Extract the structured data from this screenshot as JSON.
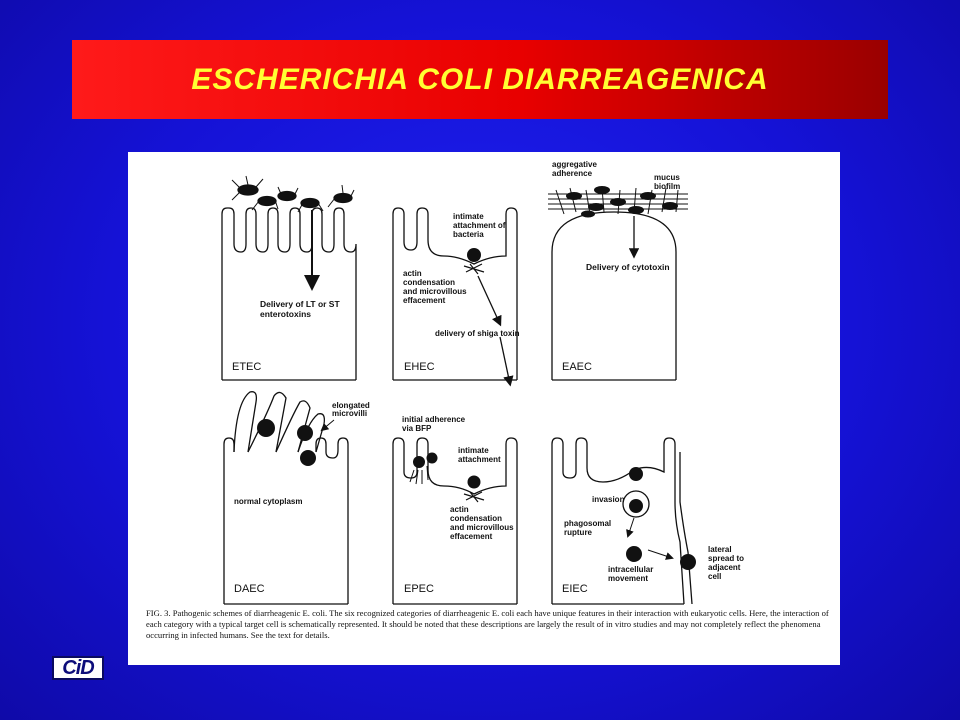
{
  "slide": {
    "title": "ESCHERICHIA COLI DIARREAGENICA",
    "logo": "CiD"
  },
  "figure": {
    "panels": {
      "etec": {
        "category": "ETEC",
        "label1": "Delivery of LT or ST",
        "label2": "enterotoxins"
      },
      "ehec": {
        "category": "EHEC",
        "intimate1": "intimate",
        "intimate2": "attachment of",
        "intimate3": "bacteria",
        "actin1": "actin",
        "actin2": "condensation",
        "actin3": "and microvillous",
        "actin4": "effacement",
        "shiga": "delivery of shiga toxin"
      },
      "eaec": {
        "category": "EAEC",
        "agg1": "aggregative",
        "agg2": "adherence",
        "mucus1": "mucus",
        "mucus2": "biofilm",
        "cyto": "Delivery of cytotoxin"
      },
      "daec": {
        "category": "DAEC",
        "elong1": "elongated",
        "elong2": "microvilli",
        "cyto": "normal cytoplasm"
      },
      "epec": {
        "category": "EPEC",
        "init1": "initial adherence",
        "init2": "via BFP",
        "intimate1": "intimate",
        "intimate2": "attachment",
        "actin1": "actin",
        "actin2": "condensation",
        "actin3": "and microvillous",
        "actin4": "effacement"
      },
      "eiec": {
        "category": "EIEC",
        "invasion": "invasion",
        "phago1": "phagosomal",
        "phago2": "rupture",
        "intra1": "intracellular",
        "intra2": "movement",
        "lateral1": "lateral",
        "lateral2": "spread to",
        "lateral3": "adjacent",
        "lateral4": "cell"
      }
    },
    "caption": "FIG. 3. Pathogenic schemes of diarrheagenic E. coli. The six recognized categories of diarrheagenic E. coli each have unique features in their interaction with eukaryotic cells. Here, the interaction of each category with a typical target cell is schematically represented. It should be noted that these descriptions are largely the result of in vitro studies and may not completely reflect the phenomena occurring in infected humans. See the text for details."
  }
}
